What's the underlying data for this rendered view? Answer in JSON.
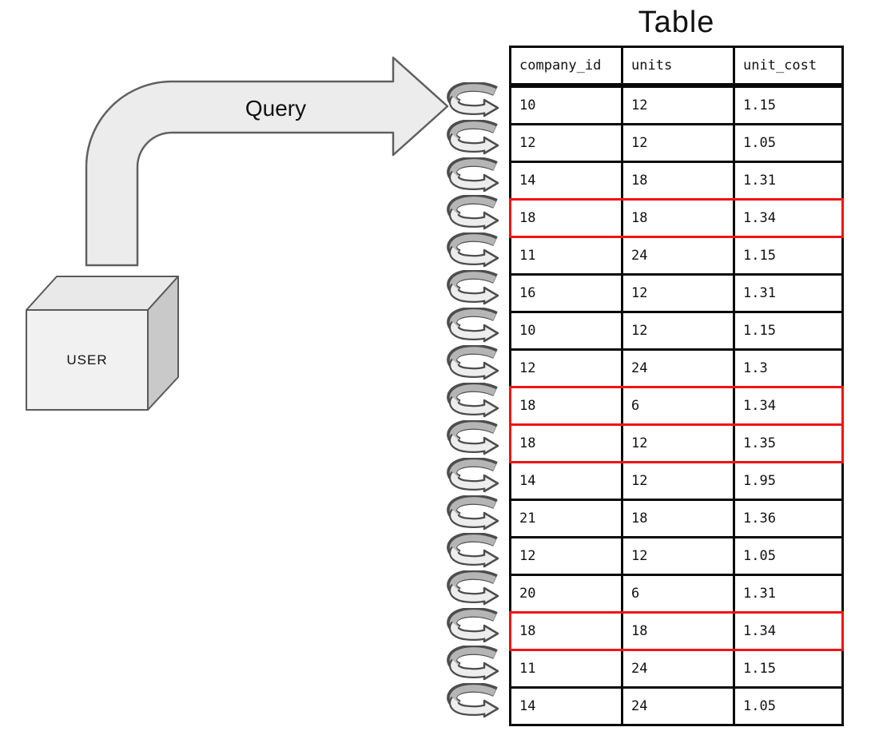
{
  "title": "Table",
  "user_box": {
    "label": "USER"
  },
  "query_arrow": {
    "label": "Query"
  },
  "table": {
    "columns": [
      "company_id",
      "units",
      "unit_cost"
    ],
    "rows": [
      [
        "10",
        "12",
        "1.15"
      ],
      [
        "12",
        "12",
        "1.05"
      ],
      [
        "14",
        "18",
        "1.31"
      ],
      [
        "18",
        "18",
        "1.34"
      ],
      [
        "11",
        "24",
        "1.15"
      ],
      [
        "16",
        "12",
        "1.31"
      ],
      [
        "10",
        "12",
        "1.15"
      ],
      [
        "12",
        "24",
        "1.3"
      ],
      [
        "18",
        "6",
        "1.34"
      ],
      [
        "18",
        "12",
        "1.35"
      ],
      [
        "14",
        "12",
        "1.95"
      ],
      [
        "21",
        "18",
        "1.36"
      ],
      [
        "12",
        "12",
        "1.05"
      ],
      [
        "20",
        "6",
        "1.31"
      ],
      [
        "18",
        "18",
        "1.34"
      ],
      [
        "11",
        "24",
        "1.15"
      ],
      [
        "14",
        "24",
        "1.05"
      ]
    ],
    "highlighted_rows": [
      3,
      8,
      9,
      14
    ]
  },
  "icons": {
    "row_pointer": "loop-arrow-icon",
    "query_arrow": "elbow-arrow-icon",
    "user": "cube-icon"
  },
  "colors": {
    "hl": "#f01414",
    "tb": "#0a0a0a",
    "arrow_fill": "#ececec",
    "arrow_stroke": "#606060",
    "spiral_dark": "#b5b5b5",
    "spiral_light": "#ededed",
    "spiral_line": "#4d4d4d",
    "cube_front": "#f1f1f1",
    "cube_top": "#e9e9e9",
    "cube_side": "#c9c9c9",
    "cube_line": "#5a5a5a"
  }
}
